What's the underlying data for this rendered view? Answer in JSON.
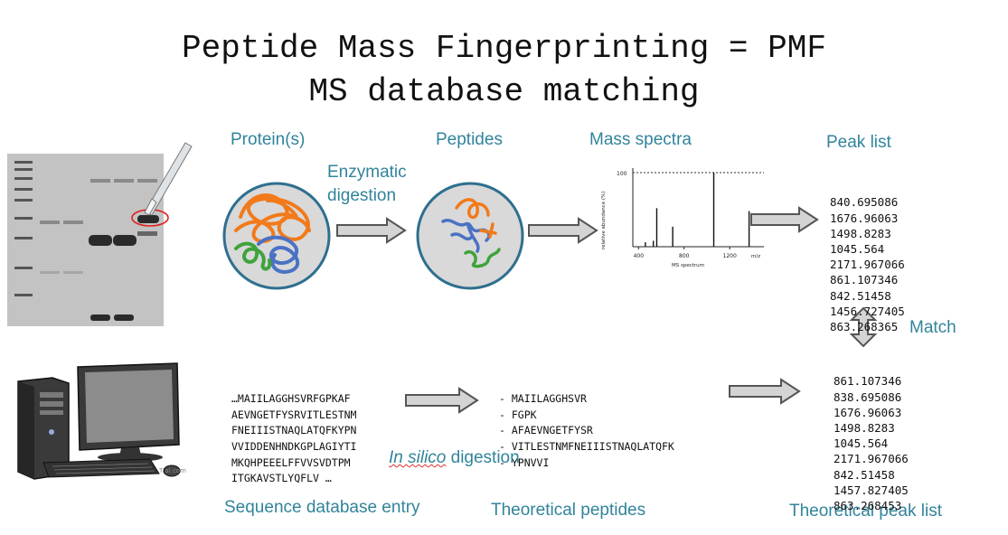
{
  "title": {
    "line1": "Peptide Mass Fingerprinting = PMF",
    "line2": "MS database matching"
  },
  "labels": {
    "proteins": "Protein(s)",
    "enzymatic_1": "Enzymatic",
    "enzymatic_2": "digestion",
    "peptides": "Peptides",
    "mass_spectra": "Mass spectra",
    "peak_list": "Peak list",
    "match": "Match",
    "in_silico_italic": "In silico",
    "in_silico_rest": " digestion",
    "sequence_entry": "Sequence database entry",
    "theoretical_peptides": "Theoretical peptides",
    "theoretical_peak_list": "Theoretical peak list",
    "computer_watermark": "T     al.com"
  },
  "peak_list": [
    "840.695086",
    "1676.96063",
    "1498.8283",
    "1045.564",
    "2171.967066",
    "861.107346",
    "842.51458",
    "1456.727405",
    "863.268365"
  ],
  "theoretical_peak_list": [
    "861.107346",
    "838.695086",
    "1676.96063",
    "1498.8283",
    "1045.564",
    "2171.967066",
    "842.51458",
    "1457.827405",
    "863.268453"
  ],
  "sequence_lines": [
    "…MAIILAGGHSVRFGPKAF",
    "AEVNGETFYSRVITLESTNM",
    "FNEIIISTNAQLATQFKYPN",
    "VVIDDENHNDKGPLAGIYTI",
    "MKQHPEEELFFVVSVDTPM",
    "ITGKAVSTLYQFLV …"
  ],
  "theoretical_peptides": [
    "- MAIILAGGHSVR",
    "- FGPK",
    "- AFAEVNGETFYSR",
    "- VITLESTNMFNEIIISTNAQLATQFK",
    "- YPNVVI"
  ],
  "colors": {
    "teal": "#31849b",
    "orange": "#f27a1a",
    "blue": "#4a72c4",
    "green": "#3fa33b",
    "circle_fill": "#d9d9d9",
    "circle_stroke": "#2e6f8f",
    "arrow_fill": "#d4d4d4",
    "arrow_stroke": "#555555"
  },
  "chart_data": {
    "type": "bar",
    "xlabel": "MS spectrum",
    "ylabel": "relative abundance (%)",
    "x_unit": "m/z",
    "y_tick": "100",
    "x_ticks": [
      400,
      800,
      1200
    ],
    "xlim": [
      350,
      1500
    ],
    "ylim": [
      0,
      100
    ],
    "peaks": [
      {
        "x": 460,
        "y": 6
      },
      {
        "x": 530,
        "y": 8
      },
      {
        "x": 560,
        "y": 52
      },
      {
        "x": 700,
        "y": 27
      },
      {
        "x": 1060,
        "y": 100
      },
      {
        "x": 1370,
        "y": 48
      }
    ]
  }
}
